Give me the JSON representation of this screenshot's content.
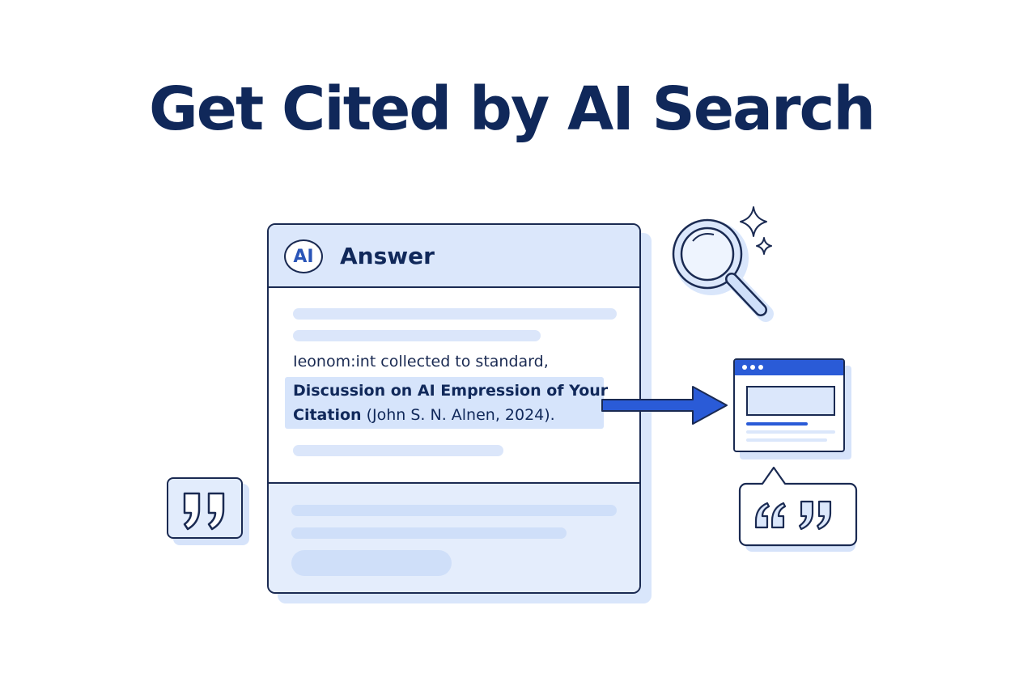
{
  "title": "Get Cited by AI Search",
  "card": {
    "badge": "AI",
    "header": "Answer",
    "snippet_line": "Ieonom:int collected to standard,",
    "citation_line1": "Discussion on AI Empression of Your",
    "citation_bold": "Citation",
    "citation_rest": " (John S. N. Alnen, 2024)."
  },
  "icons": {
    "left_quote": "closing-quote-icon",
    "magnifier": "magnifier-icon",
    "sparkles": "sparkle-icon",
    "arrow": "arrow-right-icon",
    "browser": "browser-window-icon",
    "right_quote": "quotes-speech-bubble-icon"
  },
  "colors": {
    "navy": "#10285a",
    "accent_blue": "#2a5bd7",
    "light_blue": "#dbe7fb"
  }
}
